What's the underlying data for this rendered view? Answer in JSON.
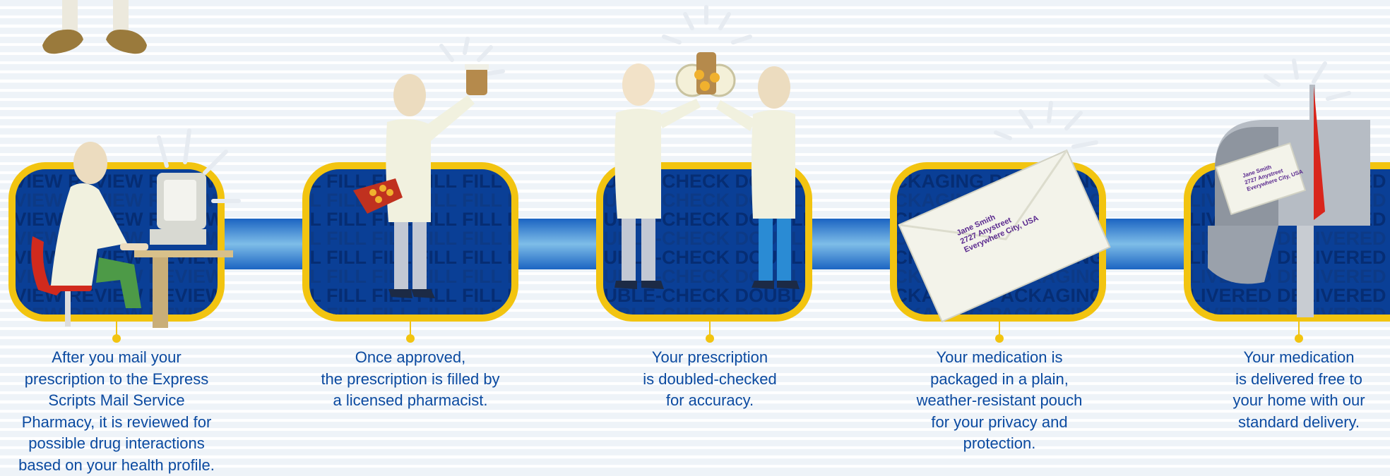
{
  "steps": [
    {
      "id": "review",
      "bg_word": "REVIEW",
      "caption_lines": [
        "After you mail your",
        "prescription to the Express",
        "Scripts Mail Service",
        "Pharmacy, it is reviewed for",
        "possible drug interactions",
        "based on your health profile."
      ]
    },
    {
      "id": "fill",
      "bg_word": "FILL",
      "caption_lines": [
        "Once approved,",
        "the prescription is filled by",
        "a licensed pharmacist."
      ]
    },
    {
      "id": "double-check",
      "bg_word": "DOUBLE-CHECK",
      "caption_lines": [
        "Your prescription",
        "is doubled-checked",
        "for accuracy."
      ]
    },
    {
      "id": "packaging",
      "bg_word": "PACKAGING",
      "caption_lines": [
        "Your medication is",
        "packaged in a plain,",
        "weather-resistant pouch",
        "for your privacy and",
        "protection."
      ],
      "envelope_address": [
        "Jane Smith",
        "2727 Anystreet",
        "Everywhere City, USA"
      ]
    },
    {
      "id": "delivered",
      "bg_word": "DELIVERED",
      "caption_lines": [
        "Your medication",
        "is delivered free to",
        "your home with our",
        "standard delivery."
      ],
      "envelope_address": [
        "Jane Smith",
        "2727 Anystreet",
        "Everywhere City, USA"
      ]
    }
  ],
  "colors": {
    "panel": "#0a3f96",
    "panel_border": "#f2c410",
    "connector": "#1b64c2",
    "caption": "#0b4aa0",
    "mailbox_flag": "#d9261c"
  }
}
